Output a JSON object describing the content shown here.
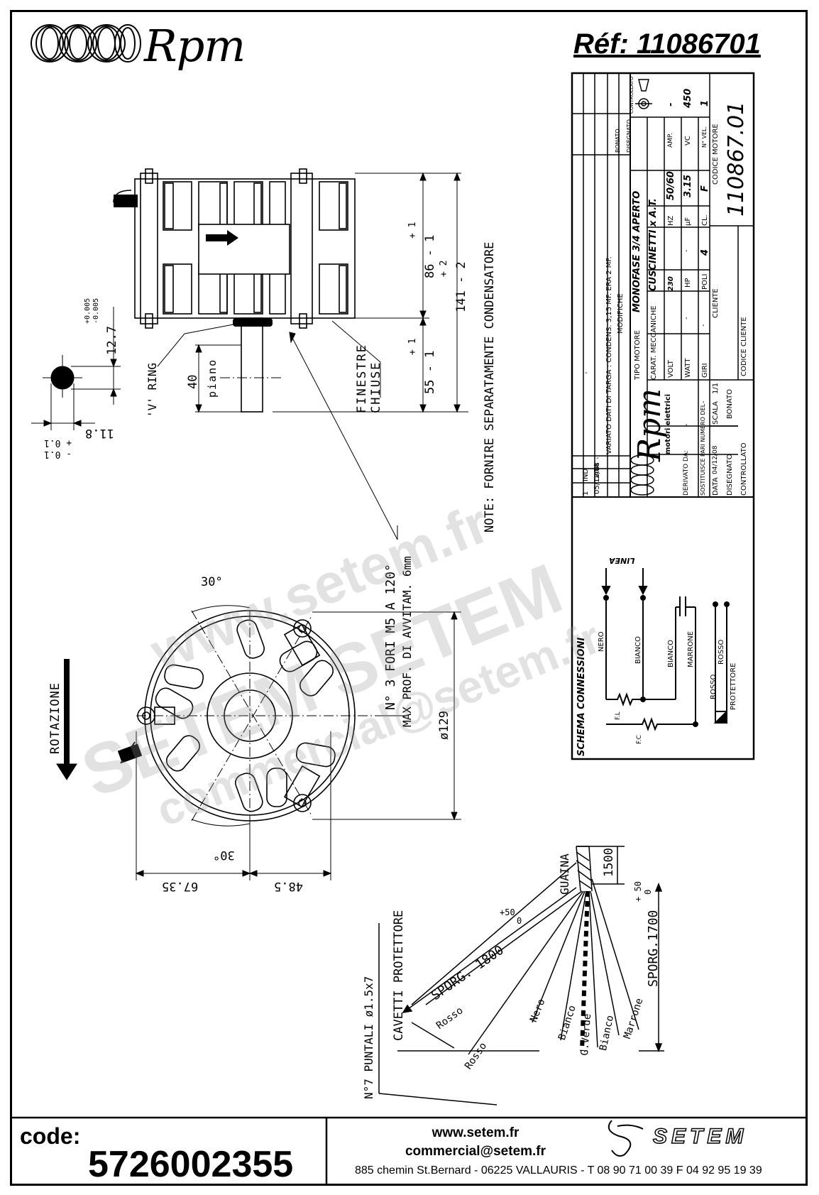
{
  "header": {
    "brand": "Rpm",
    "ref": "Réf:  11086701"
  },
  "title_block": {
    "revision_table": {
      "col_ind": "IND",
      "col_data": "DATA",
      "col_modifiche": "MODIFICHE",
      "col_disegnato": "DISEGNATO",
      "col_controllato": "CONTROLLATO",
      "col_bonato": "BONATO",
      "rev_index": "1",
      "rev_date": "05/12/08",
      "rev_text": "VARIATO DATI DI TARGA : CONDENS. 3,15 MF. ERA 2 MF.",
      "dash": "-"
    },
    "tipo_motore_label": "TIPO MOTORE",
    "tipo_motore_value": "MONOFASE 3/4 APERTO",
    "carat_label": "CARAT. MECCANICHE",
    "carat_value": "CUSCINETTI x A.T.",
    "volt_label": "VOLT",
    "volt_value": "230",
    "hz_label": "HZ",
    "hz_value": "50/60",
    "amp_label": "AMP.",
    "amp_value": "-",
    "watt_label": "WATT",
    "watt_value": "-",
    "hp_label": "HP",
    "hp_value": "-",
    "uf_label": "µF",
    "uf_value": "3.15",
    "vc_label": "VC",
    "vc_value": "450",
    "giri_label": "GIRI",
    "giri_value": "-",
    "poli_label": "POLI",
    "poli_value": "4",
    "cl_label": "CL.",
    "cl_value": "F",
    "nvel_label": "N° VEL.",
    "nvel_value": "1",
    "codice_motore_label": "CODICE MOTORE",
    "codice_motore_value": "110867.01",
    "cliente_label": "CLIENTE",
    "codice_cliente_label": "CODICE CLIENTE",
    "company_brand": "Rpm",
    "company_sub": "motori elettrici",
    "derivato_label": "DERIVATO DA:",
    "derivato_value": "-",
    "sostituisce_label": "SOSTITUISCE PARI NUMERO DEL",
    "sostituisce_value": "-",
    "data_label": "DATA",
    "data_value": "04/12/08",
    "scala_label": "SCALA",
    "scala_value": "1/1",
    "disegnato_label": "DISEGNATO",
    "bonato": "BONATO",
    "controllato_label": "CONTROLLATO"
  },
  "schema": {
    "title": "SCHEMA CONNESSIONI",
    "linea": "LINEA",
    "nero": "NERO",
    "bianco1": "BIANCO",
    "bianco2": "BIANCO",
    "marrone": "MARRONE",
    "rosso1": "ROSSO",
    "rosso2": "ROSSO",
    "protettore": "PROTETTORE",
    "fl": "F.L",
    "fc": "F.C"
  },
  "dimensions": {
    "d_86": "86 - 1",
    "d_86_tol": "+ 1",
    "d_141": "141 - 2",
    "d_141_tol": "+ 2",
    "d_55": "55 - 1",
    "d_55_tol": "+ 1",
    "d_40": "40",
    "piano": "piano",
    "d_12_7": "12.7",
    "tol_12_7_up": "+0.005",
    "tol_12_7_dn": "-0.005",
    "d_11_8": "11.8",
    "tol_11_8_up": "+ 0.1",
    "tol_11_8_dn": "- 0.1",
    "v_ring": "'V' RING",
    "finestre": "FINESTRE",
    "chiuse": "CHIUSE",
    "note": "NOTE:  FORNIRE SEPARATAMENTE CONDENSATORE",
    "fori": "N° 3 FORI  M5 A 120°",
    "prof": "MAX PROF. DI AVVITAM. 6mm",
    "d_129": "ø129",
    "angle_top": "30°",
    "angle_bottom": "30°",
    "d_67": "67.35",
    "d_48": "48.5",
    "rotazione": "ROTAZIONE"
  },
  "cables": {
    "guaina": "GUAINA",
    "d_1500": "1500",
    "sporg_1800": "SPORG. 1800",
    "sporg_1800_tol": "+50",
    "sporg_1800_tol0": "0",
    "sporg_1700": "SPORG.1700",
    "sporg_1700_tol": "+ 50",
    "sporg_1700_tol0": "0",
    "cavetti": "CAVETTI PROTETTORE",
    "puntali": "N°7 PUNTALI ø1.5x7",
    "wires": [
      "Rosso",
      "Rosso",
      "Nero",
      "Bianco",
      "G.Verde",
      "Bianco",
      "Marrone"
    ]
  },
  "watermark": {
    "line1": "www.setem.fr",
    "line2": "SETEM SETEM",
    "line3": "commercial@setem.fr"
  },
  "footer": {
    "code_label": "code:",
    "code_value": "5726002355",
    "web": "www.setem.fr",
    "mail": "commercial@setem.fr",
    "address": "885 chemin St.Bernard  -  06225 VALLAURIS  -  T 08 90 71 00 39   F 04 92 95 19 39",
    "logo": "SETEM"
  }
}
